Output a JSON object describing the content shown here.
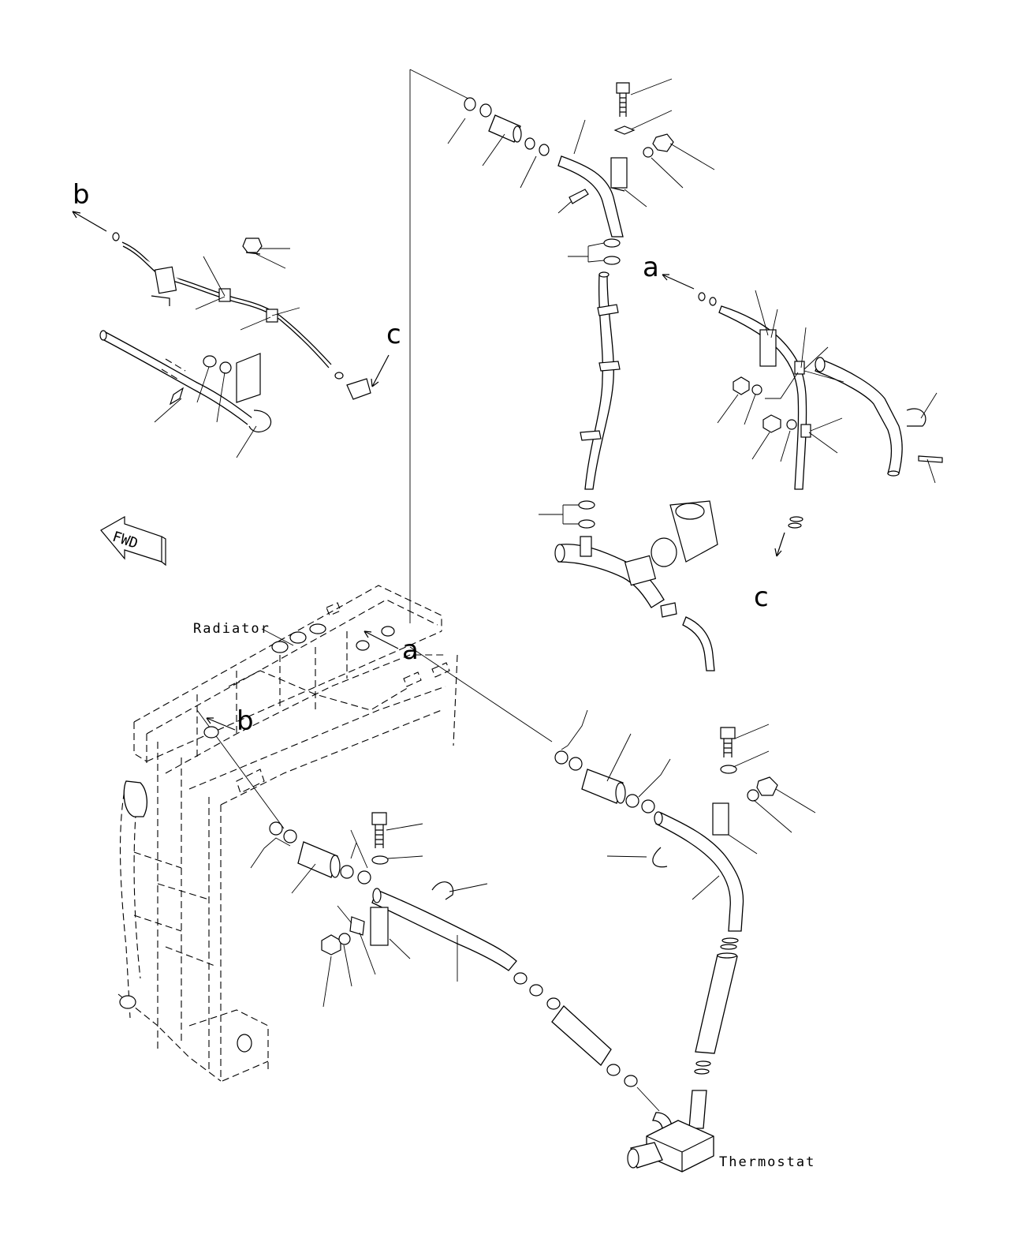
{
  "labels": {
    "radiator": "Radiator",
    "thermostat": "Thermostat",
    "fwd": "FWD"
  },
  "refs": {
    "a_top": "a",
    "a_bottom": "a",
    "b_top": "b",
    "b_bottom": "b",
    "c_top": "c",
    "c_bottom": "c"
  }
}
